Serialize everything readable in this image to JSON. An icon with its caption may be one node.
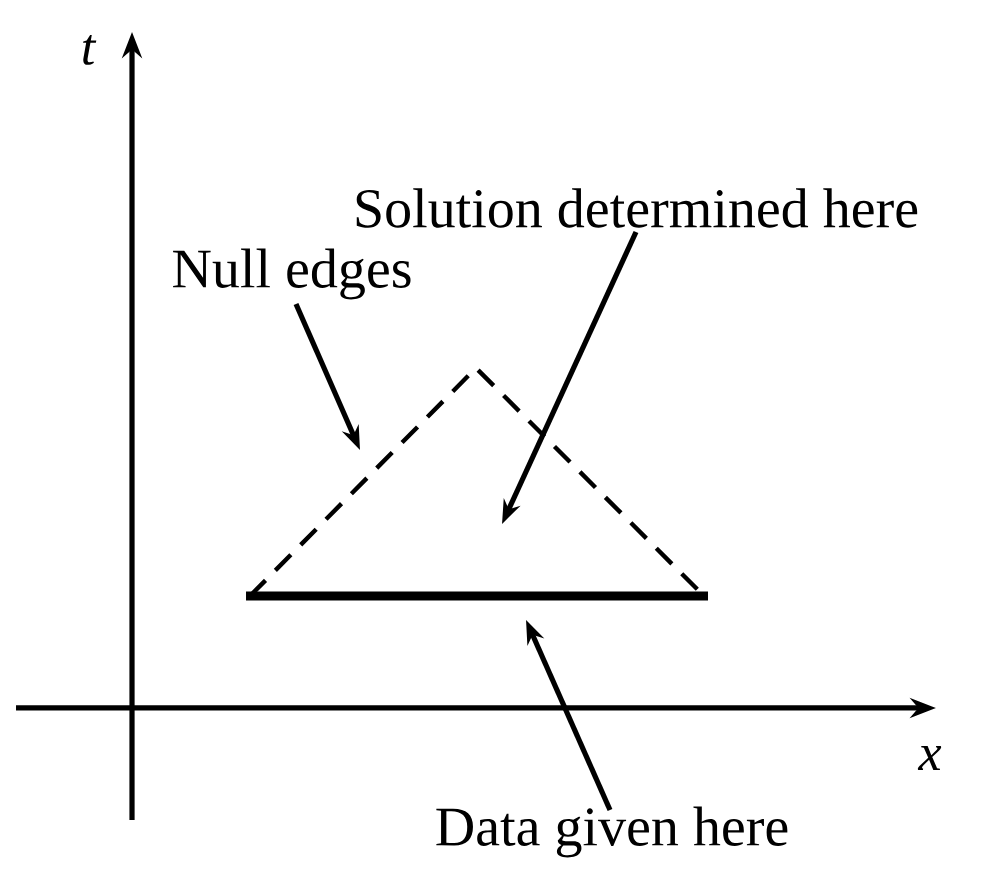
{
  "diagram": {
    "nodes": [
      {
        "text": [
          "Solution determined here"
        ]
      },
      {
        "text": [
          "Null edges"
        ]
      },
      {
        "text": [
          "Data given here"
        ]
      },
      {
        "text": [],
        "shape": "triangle"
      }
    ],
    "edges": [
      {
        "from": 0,
        "to": 3,
        "arrow": "to"
      },
      {
        "from": 1,
        "to": 3,
        "arrow": "to"
      },
      {
        "from": 2,
        "to": 3,
        "arrow": "to"
      }
    ],
    "labels": [
      "t",
      "x"
    ]
  }
}
